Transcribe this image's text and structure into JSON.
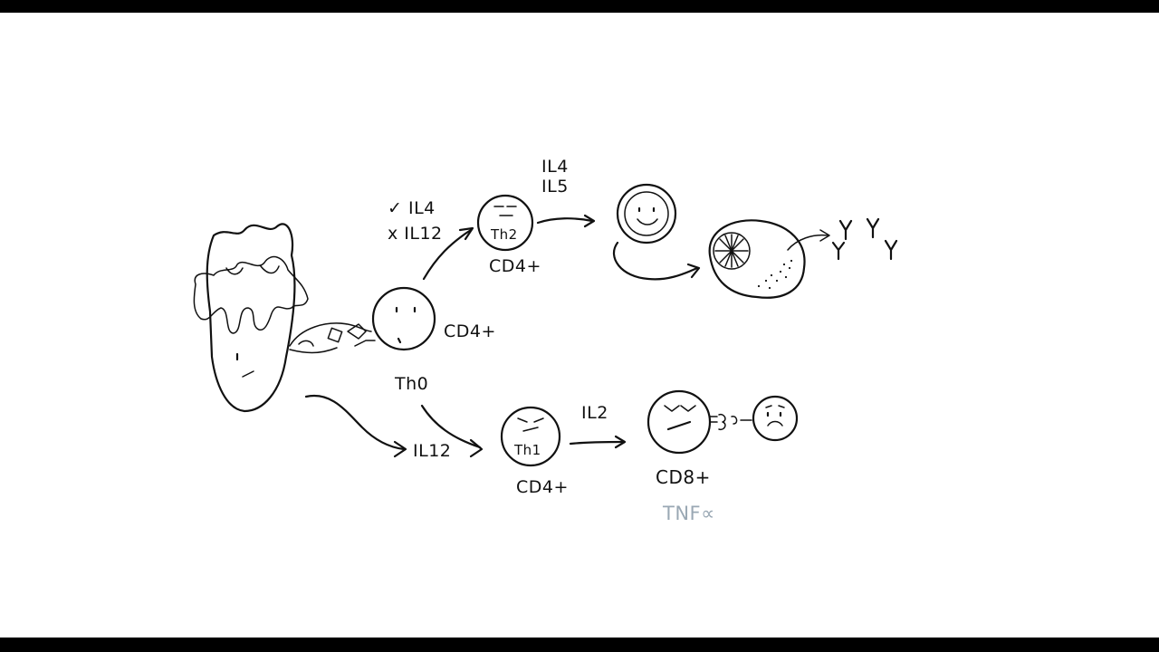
{
  "labels": {
    "check_il4": "✓ IL4",
    "cross_il12": "x IL12",
    "th2_cell": "Th2",
    "th2_cd4": "CD4+",
    "th2_cytokine_1": "IL4",
    "th2_cytokine_2": "IL5",
    "th0_cd4": "CD4+",
    "th0_cell": "Th0",
    "il12_lower": "IL12",
    "th1_cell": "Th1",
    "th1_cd4": "CD4+",
    "il2": "IL2",
    "cd8": "CD8+",
    "tnf": "TNF∝"
  },
  "colors": {
    "apc_fill": "#c9d0d9",
    "th_cell_fill": "#e8b99a",
    "b_cell_fill": "#7d8fd6",
    "plasma_nucleus_fill": "#6c7ed2",
    "cd8_fill": "#f07e6c",
    "infected_cell_fill": "#8fa98a",
    "tnf_text": "#9aa8b4"
  }
}
